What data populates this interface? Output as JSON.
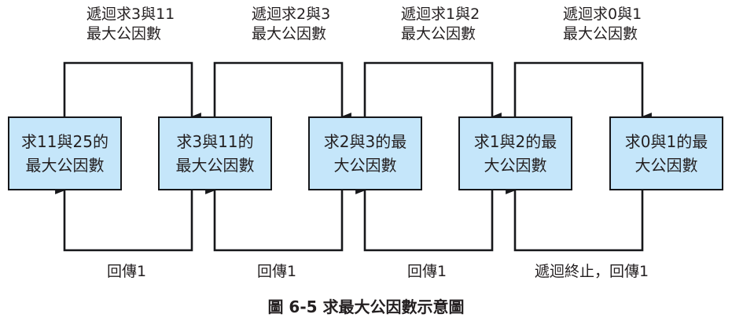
{
  "diagram": {
    "caption": "圖 6-5 求最大公因數示意圖",
    "colors": {
      "box_fill": "#c5e6fa",
      "box_border": "#16171a",
      "wire": "#16171a",
      "text": "#231f20",
      "background": "#ffffff"
    },
    "boxes": [
      {
        "line1": "求11與25的",
        "line2": "最大公因數"
      },
      {
        "line1": "求3與11的",
        "line2": "最大公因數"
      },
      {
        "line1": "求2與3的最",
        "line2": "大公因數"
      },
      {
        "line1": "求1與2的最",
        "line2": "大公因數"
      },
      {
        "line1": "求0與1的最",
        "line2": "大公因數"
      }
    ],
    "call_labels": [
      {
        "line1": "遞迴求3與11",
        "line2": "最大公因數"
      },
      {
        "line1": "遞迴求2與3",
        "line2": "最大公因數"
      },
      {
        "line1": "遞迴求1與2",
        "line2": "最大公因數"
      },
      {
        "line1": "遞迴求0與1",
        "line2": "最大公因數"
      }
    ],
    "return_labels": [
      {
        "text": "回傳1"
      },
      {
        "text": "回傳1"
      },
      {
        "text": "回傳1"
      },
      {
        "text": "遞迴終止，回傳1"
      }
    ]
  }
}
